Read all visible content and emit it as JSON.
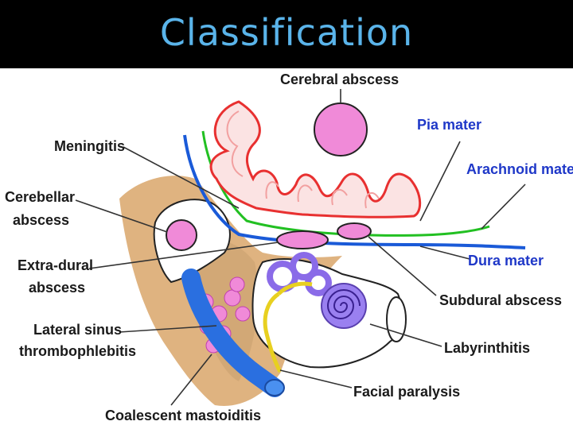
{
  "slide": {
    "title": "Classification",
    "title_color": "#5ab4ea"
  },
  "labels": {
    "cerebral_abscess": "Cerebral abscess",
    "pia_mater": "Pia mater",
    "arachnoid_mater": "Arachnoid mater",
    "meningitis": "Meningitis",
    "cerebellar_abscess_1": "Cerebellar",
    "cerebellar_abscess_2": "abscess",
    "extradural_abscess_1": "Extra-dural",
    "extradural_abscess_2": "abscess",
    "dura_mater": "Dura mater",
    "subdural_abscess": "Subdural abscess",
    "lateral_sinus_1": "Lateral sinus",
    "lateral_sinus_2": "thrombophlebitis",
    "labyrinthitis": "Labyrinthitis",
    "facial_paralysis": "Facial paralysis",
    "coalescent_mastoiditis": "Coalescent mastoiditis"
  },
  "colors": {
    "membrane_label": "#1f38c8",
    "abscess_fill": "#f08ad8",
    "brain_outline": "#e83030",
    "pia_line": "#22c022",
    "dura_line": "#1a5ad8",
    "bone": "#d9a66a",
    "sinus": "#2a6fe0",
    "labyrinth": "#8a6be8",
    "facial_nerve": "#e8d020"
  }
}
